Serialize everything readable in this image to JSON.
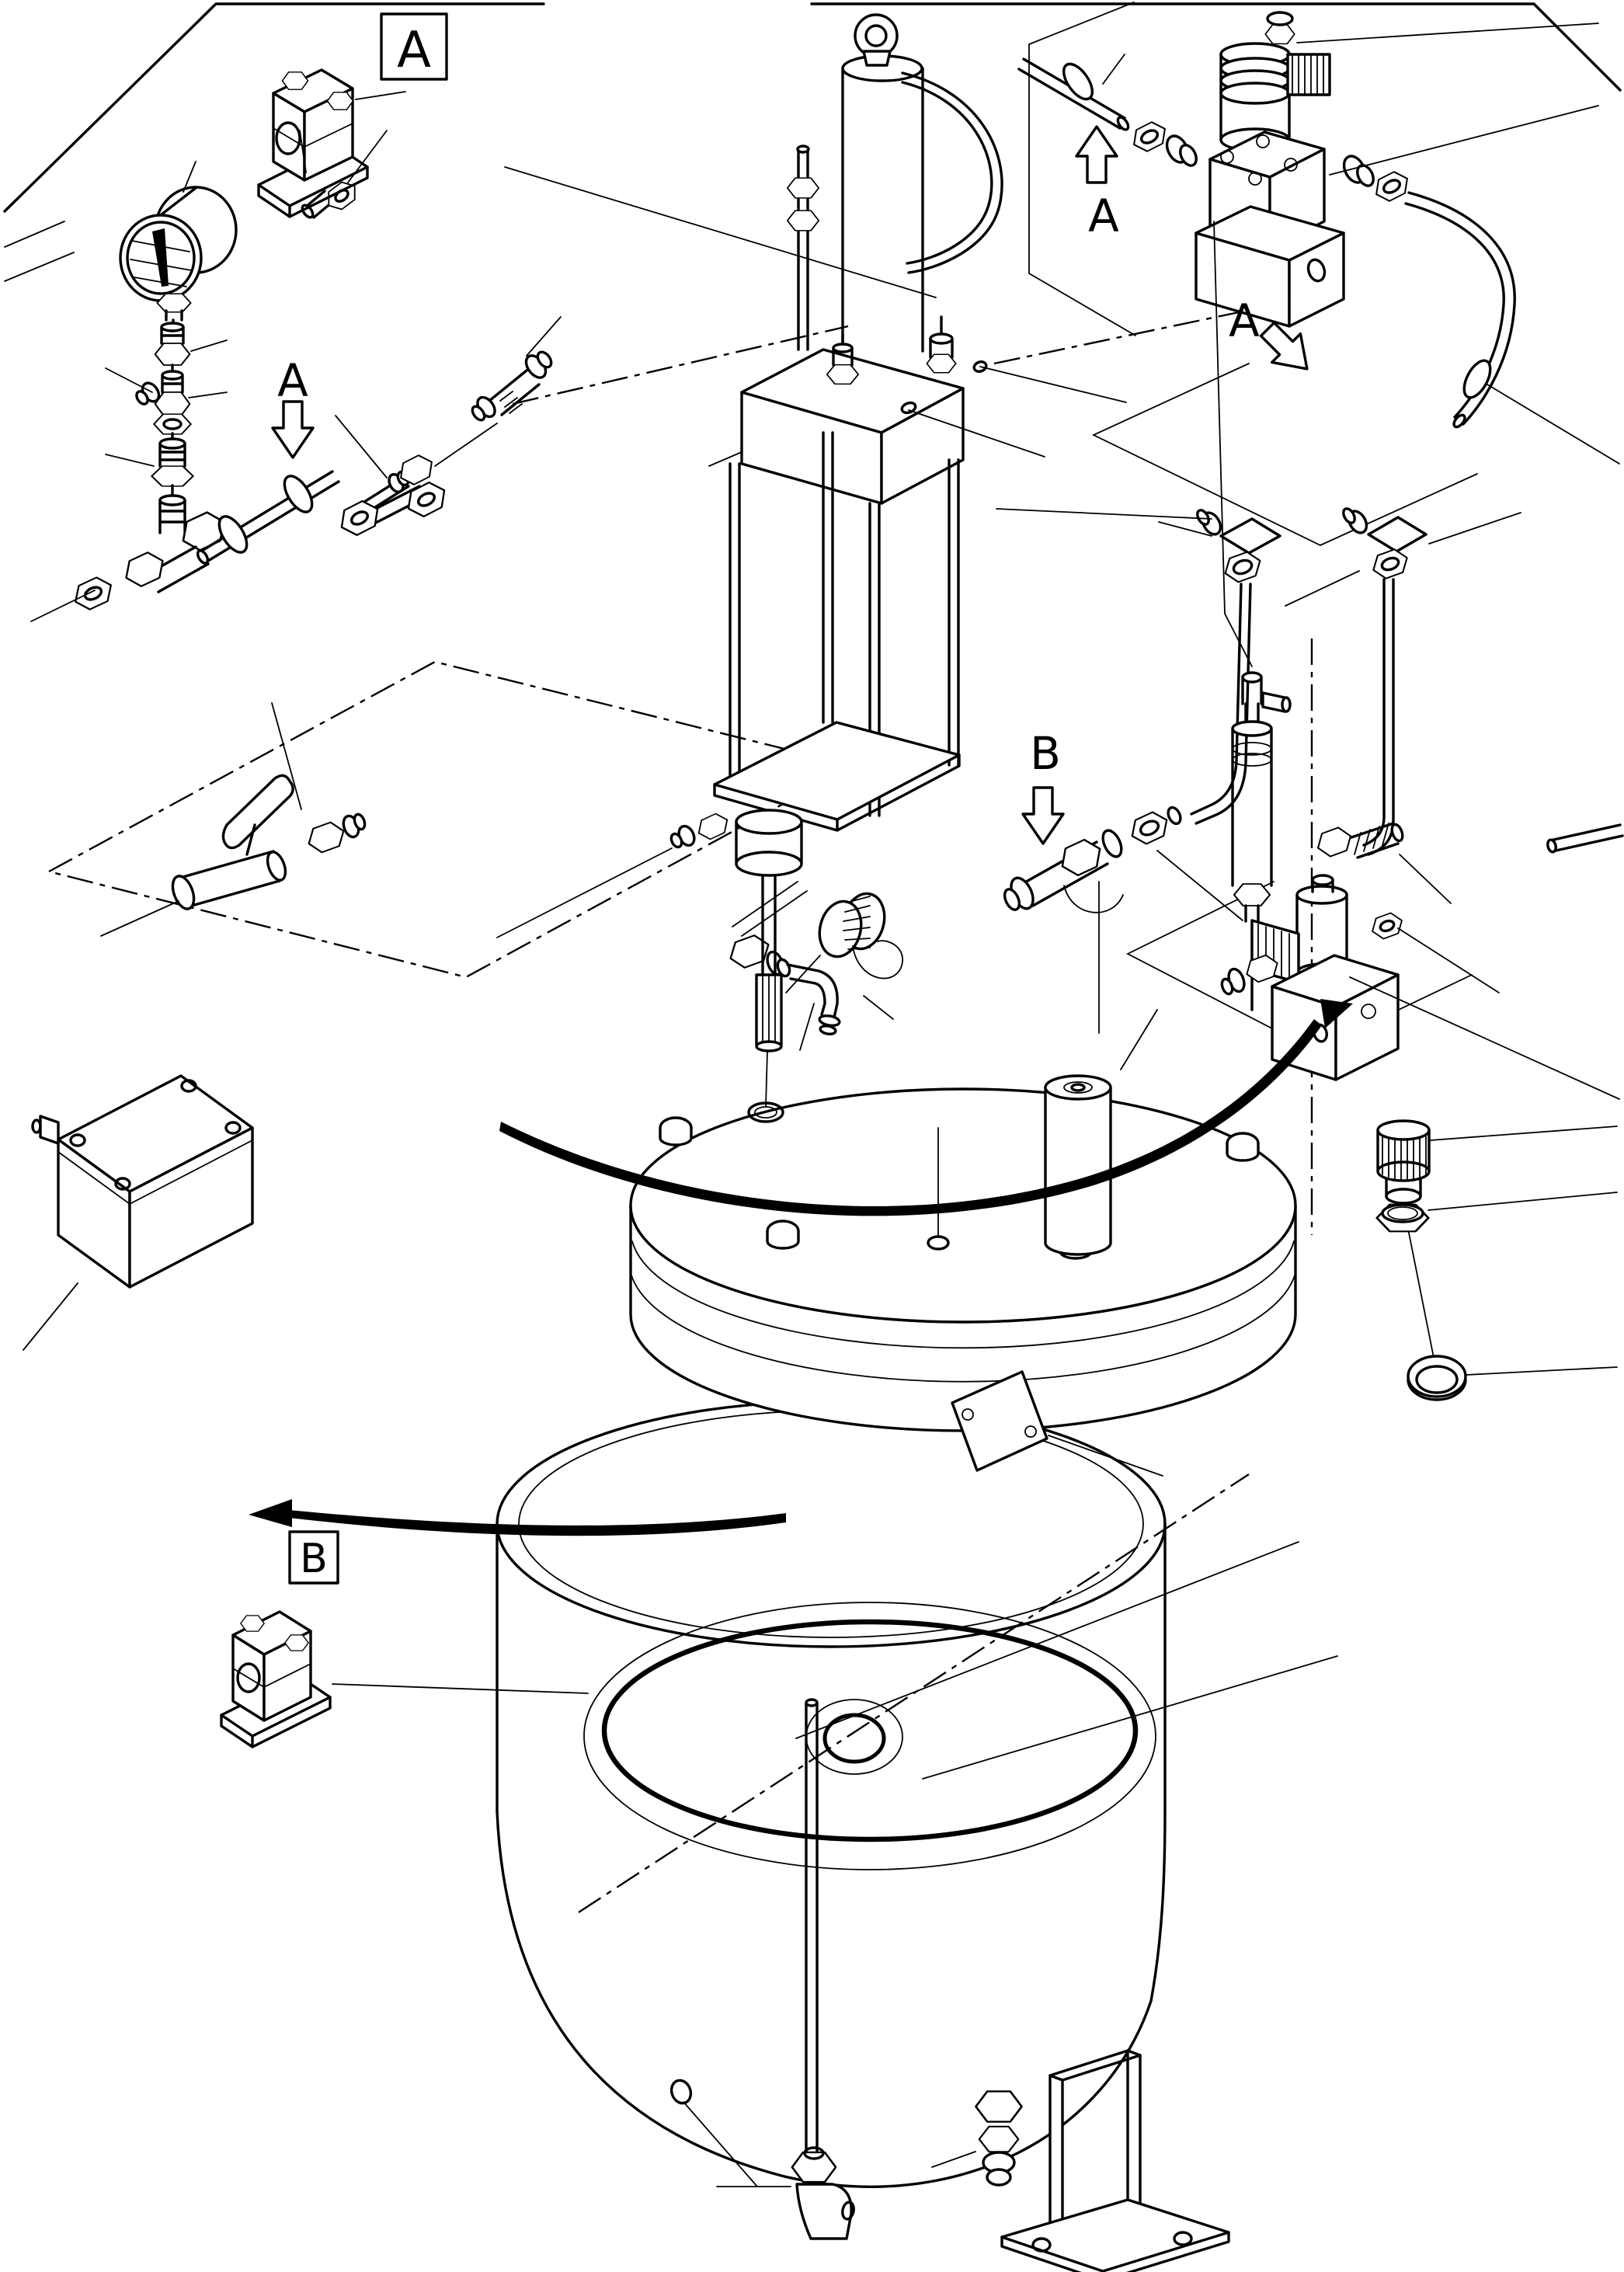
{
  "drawing": {
    "type": "exploded-parts-diagram",
    "colors": {
      "line": "#000000",
      "background": "#ffffff"
    },
    "labels": {
      "detail_a_box": "A",
      "detail_b_box": "B",
      "view_a_left": "A",
      "view_a_top": "A",
      "view_a_right": "A",
      "view_b_center": "B"
    }
  }
}
